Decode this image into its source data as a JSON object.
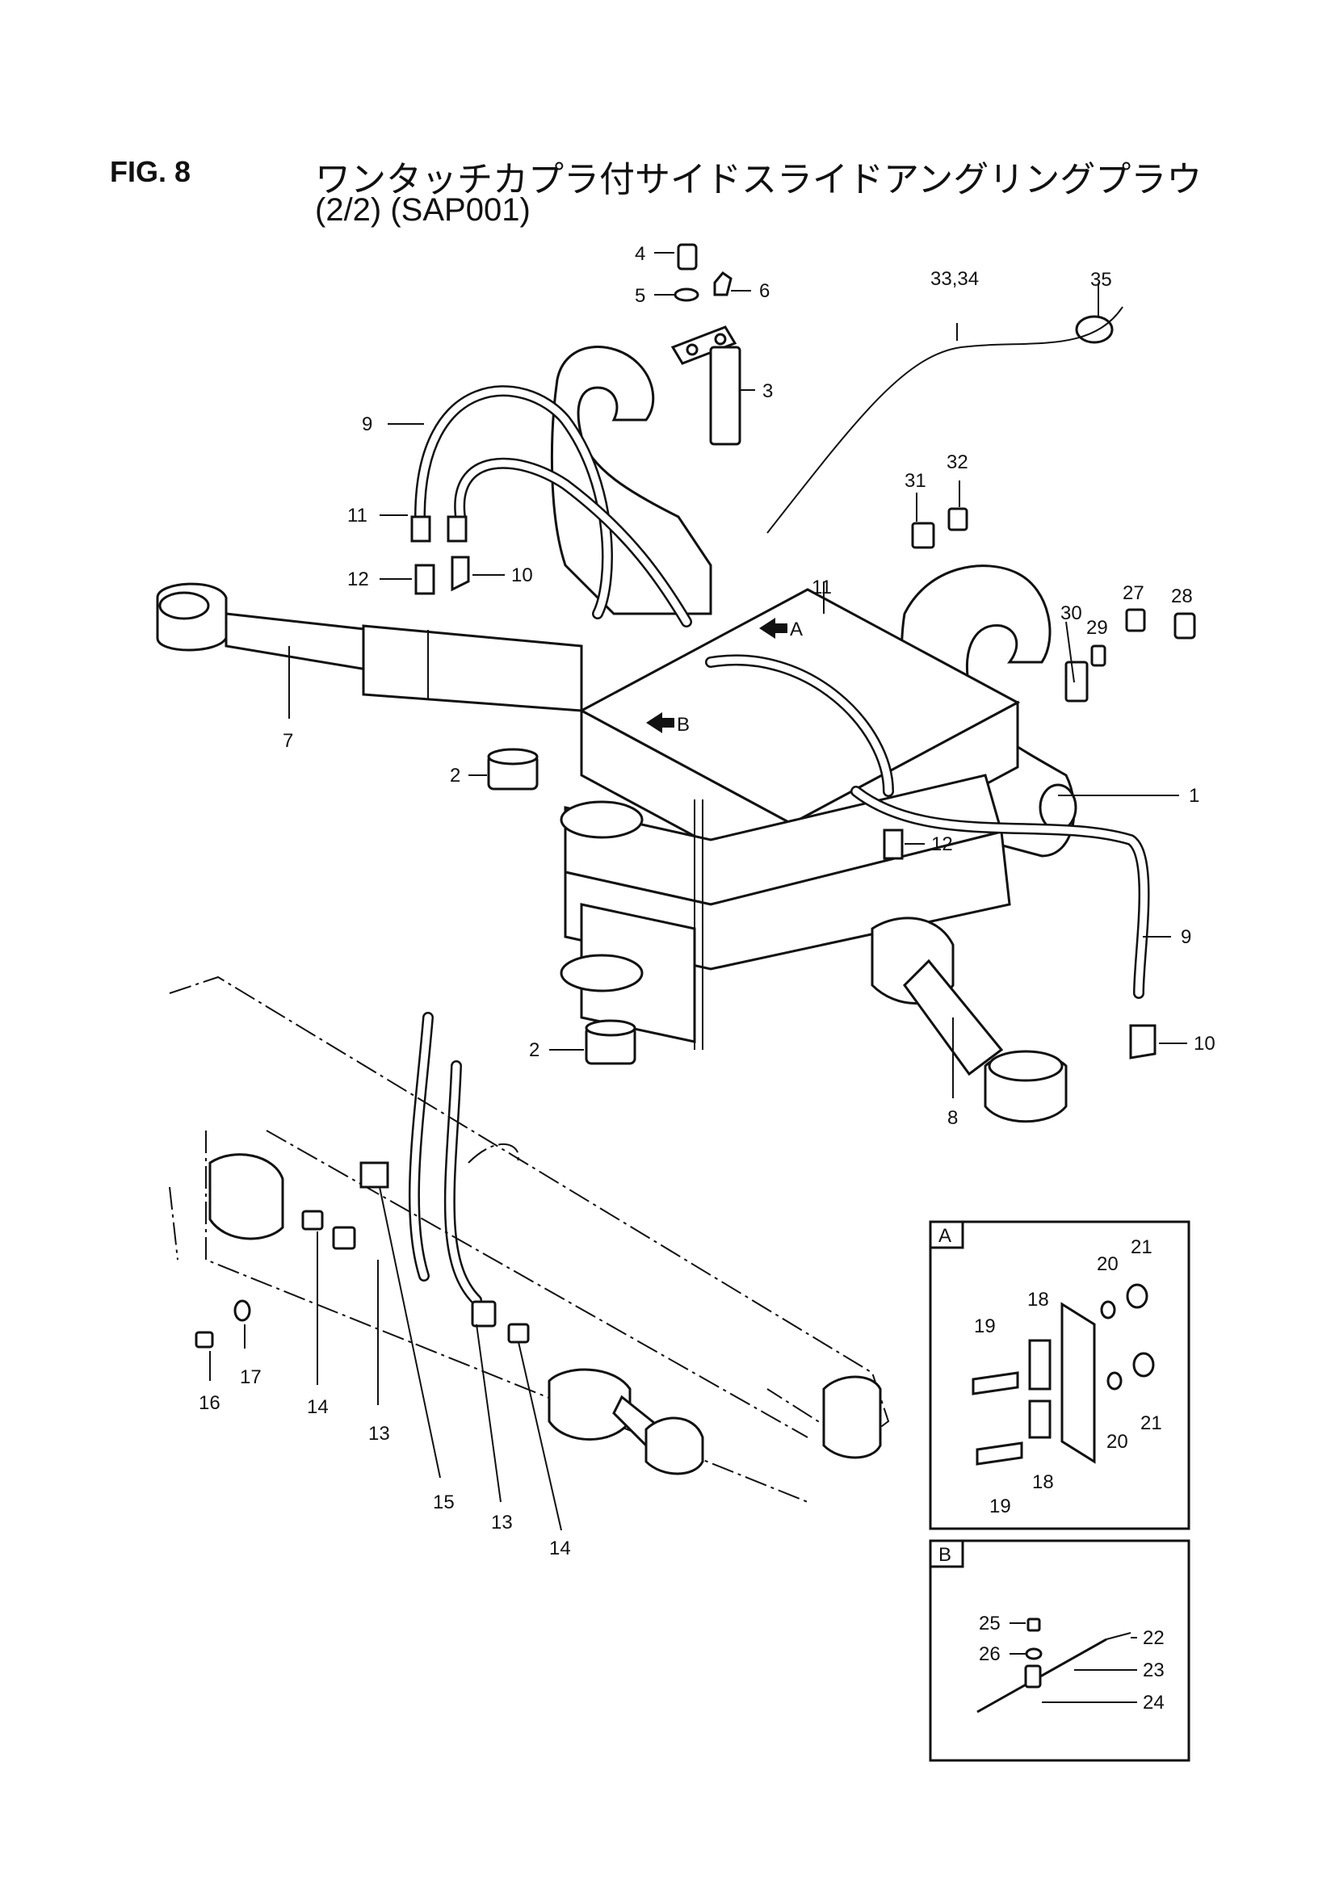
{
  "title": {
    "fig": "FIG. 8",
    "main": "ワンタッチカプラ付サイドスライドアングリングプラウ",
    "sub": "(2/2) (SAP001)"
  },
  "labels": {
    "l1": "1",
    "l2a": "2",
    "l2b": "2",
    "l3": "3",
    "l4": "4",
    "l5": "5",
    "l6": "6",
    "l7": "7",
    "l8": "8",
    "l9a": "9",
    "l9b": "9",
    "l10a": "10",
    "l10b": "10",
    "l11a": "11",
    "l11b": "11",
    "l12a": "12",
    "l12b": "12",
    "l13a": "13",
    "l13b": "13",
    "l14a": "14",
    "l14b": "14",
    "l15": "15",
    "l16": "16",
    "l17": "17",
    "l27": "27",
    "l28": "28",
    "l29": "29",
    "l30": "30",
    "l31": "31",
    "l32": "32",
    "l3334": "33,34",
    "l35": "35",
    "arrowA": "A",
    "arrowB": "B"
  },
  "detail_a": {
    "tag": "A",
    "labels": {
      "l18a": "18",
      "l18b": "18",
      "l19a": "19",
      "l19b": "19",
      "l20a": "20",
      "l20b": "20",
      "l21a": "21",
      "l21b": "21"
    }
  },
  "detail_b": {
    "tag": "B",
    "labels": {
      "l22": "22",
      "l23": "23",
      "l24": "24",
      "l25": "25",
      "l26": "26"
    }
  }
}
